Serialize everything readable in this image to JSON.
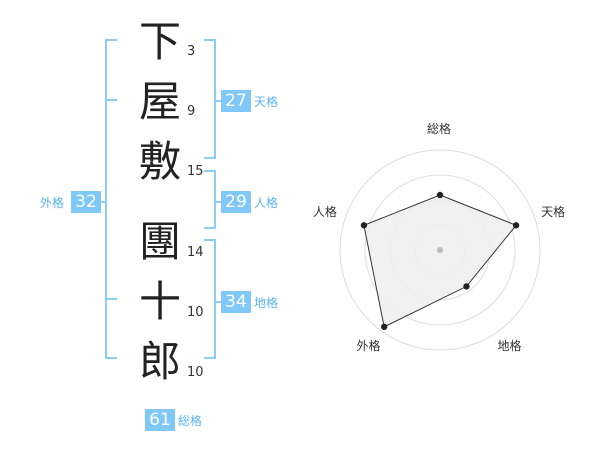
{
  "name_characters": [
    {
      "char": "下",
      "strokes": "3"
    },
    {
      "char": "屋",
      "strokes": "9"
    },
    {
      "char": "敷",
      "strokes": "15"
    },
    {
      "char": "團",
      "strokes": "14"
    },
    {
      "char": "十",
      "strokes": "10"
    },
    {
      "char": "郎",
      "strokes": "10"
    }
  ],
  "kakusu": {
    "tenkaku": {
      "label": "天格",
      "value": "27"
    },
    "jinkaku": {
      "label": "人格",
      "value": "29"
    },
    "chikaku": {
      "label": "地格",
      "value": "34"
    },
    "gaikaku": {
      "label": "外格",
      "value": "32"
    },
    "soukaku": {
      "label": "総格",
      "value": "61"
    }
  },
  "colors": {
    "accent": "#80c8f8",
    "accent_text": "#5ab4ee",
    "bracket": "#8ccdf5",
    "radar_grid": "#dddddd",
    "radar_fill": "#efefef",
    "radar_line": "#333333"
  },
  "chart_data": {
    "type": "radar",
    "axes": [
      "総格",
      "天格",
      "地格",
      "外格",
      "人格"
    ],
    "values": [
      0.55,
      0.8,
      0.45,
      0.95,
      0.8
    ],
    "max": 1,
    "rings": 4
  }
}
